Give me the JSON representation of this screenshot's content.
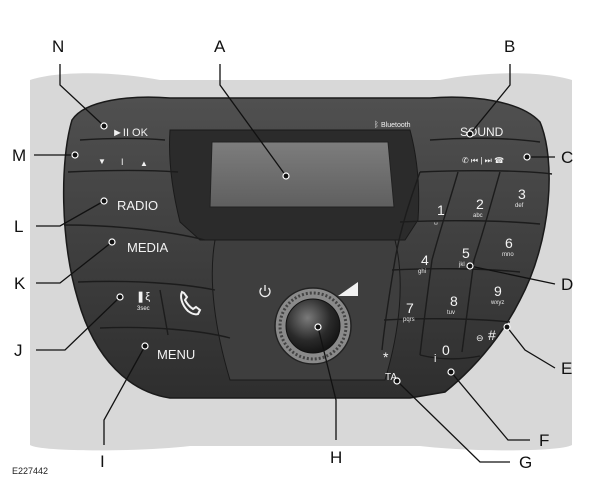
{
  "figure_id": "E227442",
  "brand": {
    "bluetooth": "Bluetooth"
  },
  "callouts": {
    "A": "A",
    "B": "B",
    "C": "C",
    "D": "D",
    "E": "E",
    "F": "F",
    "G": "G",
    "H": "H",
    "I": "I",
    "J": "J",
    "K": "K",
    "L": "L",
    "M": "M",
    "N": "N"
  },
  "buttons": {
    "play_ok": "►II OK",
    "seek_down": "▼",
    "seek_divider": "I",
    "seek_up": "▲",
    "radio": "RADIO",
    "media": "MEDIA",
    "voice": "❚ξ",
    "voice_hold": "3sec",
    "menu": "MENU",
    "sound": "SOUND",
    "call_controls": "✆ ⏮ | ⏭ ☎",
    "star": "*",
    "ta": "TA",
    "zero": "0",
    "info": "i",
    "hash": "#",
    "hash_clock": "⊖"
  },
  "keypad": [
    {
      "digit": "1",
      "letters": "␣"
    },
    {
      "digit": "2",
      "letters": "abc"
    },
    {
      "digit": "3",
      "letters": "def"
    },
    {
      "digit": "4",
      "letters": "ghi"
    },
    {
      "digit": "5",
      "letters": "jkl"
    },
    {
      "digit": "6",
      "letters": "mno"
    },
    {
      "digit": "7",
      "letters": "pqrs"
    },
    {
      "digit": "8",
      "letters": "tuv"
    },
    {
      "digit": "9",
      "letters": "wxyz"
    }
  ],
  "colors": {
    "bezel": "#3b3b3b",
    "button": "#3a3a3a",
    "screen": "#6f6f6f",
    "surround": "#d6d6d6"
  }
}
